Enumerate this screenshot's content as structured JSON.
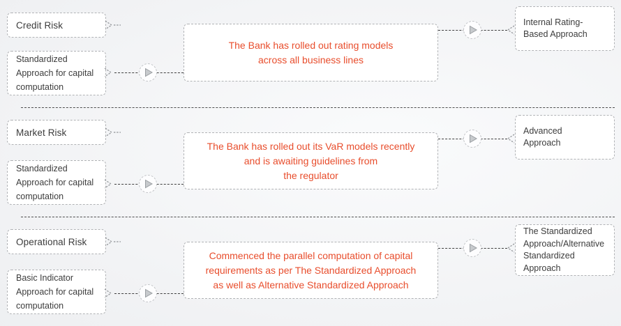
{
  "diagram": {
    "accent_color": "#e84d2c",
    "text_color": "#3c3c3c",
    "rows": [
      {
        "risk_label": "Credit Risk",
        "current_approach": "Standardized\nApproach for capital\ncomputation",
        "status_text": "The Bank has rolled out rating models\nacross all business lines",
        "target_approach": "Internal Rating-\nBased Approach"
      },
      {
        "risk_label": "Market Risk",
        "current_approach": "Standardized\nApproach for capital\ncomputation",
        "status_text": "The Bank has rolled out its VaR models recently\nand is awaiting guidelines from\nthe regulator",
        "target_approach": "Advanced\nApproach"
      },
      {
        "risk_label": "Operational Risk",
        "current_approach": "Basic Indicator\nApproach for capital\ncomputation",
        "status_text": "Commenced the parallel computation of capital\nrequirements as per The Standardized Approach\nas well as Alternative Standardized Approach",
        "target_approach": "The Standardized\nApproach/Alternative\nStandardized\nApproach"
      }
    ]
  }
}
